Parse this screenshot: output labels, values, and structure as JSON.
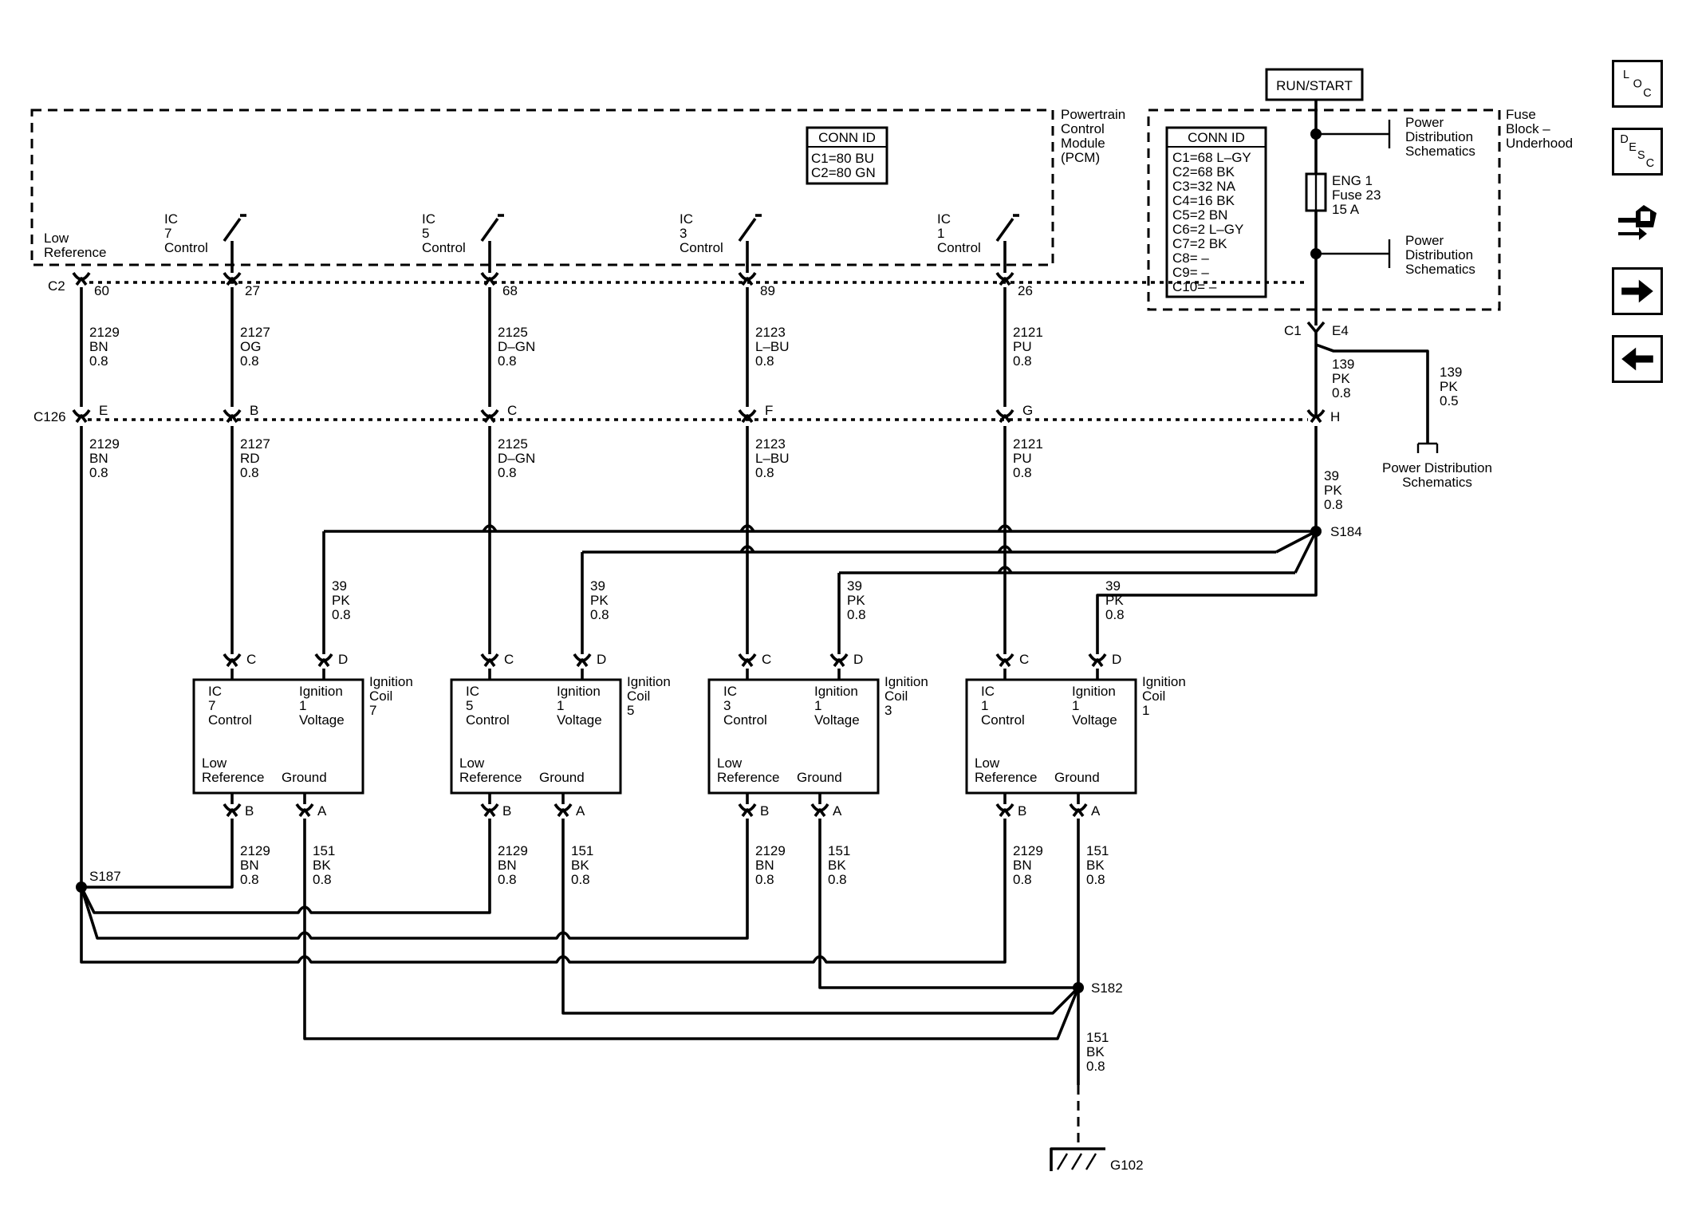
{
  "pcm": {
    "title": [
      "Powertrain",
      "Control",
      "Module",
      "(PCM)"
    ],
    "conn_id_title": "CONN ID",
    "conn_id_rows": [
      "C1=80 BU",
      "C2=80 GN"
    ],
    "connector": "C2"
  },
  "fuse_block": {
    "title": [
      "Fuse",
      "Block –",
      "Underhood"
    ],
    "conn_id_title": "CONN ID",
    "conn_id_rows": [
      "C1=68 L–GY",
      "C2=68 BK",
      "C3=32 NA",
      "C4=16 BK",
      "C5=2 BN",
      "C6=2 L–GY",
      "C7=2 BK",
      "C8= –",
      "C9= –",
      "C10= –"
    ],
    "fuse_label": [
      "ENG 1",
      "Fuse 23",
      "15 A"
    ],
    "power_dist_label": [
      "Power",
      "Distribution",
      "Schematics"
    ],
    "c1": "C1",
    "e4": "E4"
  },
  "run_start": "RUN/START",
  "pcm_outputs": [
    {
      "label": [
        "Low",
        "Reference"
      ],
      "pin": "60",
      "upper_wire": [
        "2129",
        "BN",
        "0.8"
      ],
      "c126_pin": "E",
      "lower_wire": [
        "2129",
        "BN",
        "0.8"
      ]
    },
    {
      "label": [
        "IC",
        "7",
        "Control"
      ],
      "pin": "27",
      "upper_wire": [
        "2127",
        "OG",
        "0.8"
      ],
      "c126_pin": "B",
      "lower_wire": [
        "2127",
        "RD",
        "0.8"
      ]
    },
    {
      "label": [
        "IC",
        "5",
        "Control"
      ],
      "pin": "68",
      "upper_wire": [
        "2125",
        "D–GN",
        "0.8"
      ],
      "c126_pin": "C",
      "lower_wire": [
        "2125",
        "D–GN",
        "0.8"
      ]
    },
    {
      "label": [
        "IC",
        "3",
        "Control"
      ],
      "pin": "89",
      "upper_wire": [
        "2123",
        "L–BU",
        "0.8"
      ],
      "c126_pin": "F",
      "lower_wire": [
        "2123",
        "L–BU",
        "0.8"
      ]
    },
    {
      "label": [
        "IC",
        "1",
        "Control"
      ],
      "pin": "26",
      "upper_wire": [
        "2121",
        "PU",
        "0.8"
      ],
      "c126_pin": "G",
      "lower_wire": [
        "2121",
        "PU",
        "0.8"
      ]
    }
  ],
  "c126": {
    "name": "C126",
    "pin_h": "H"
  },
  "feed": {
    "upper": [
      "139",
      "PK",
      "0.8"
    ],
    "branch": [
      "139",
      "PK",
      "0.5"
    ],
    "branch_dest": [
      "Power Distribution",
      "Schematics"
    ],
    "lower": [
      "39",
      "PK",
      "0.8"
    ]
  },
  "splices": {
    "s184": "S184",
    "s187": "S187",
    "s182": "S182"
  },
  "coils": [
    {
      "name": [
        "Ignition",
        "Coil",
        "7"
      ],
      "ic": [
        "IC",
        "7",
        "Control"
      ]
    },
    {
      "name": [
        "Ignition",
        "Coil",
        "5"
      ],
      "ic": [
        "IC",
        "5",
        "Control"
      ]
    },
    {
      "name": [
        "Ignition",
        "Coil",
        "3"
      ],
      "ic": [
        "IC",
        "3",
        "Control"
      ]
    },
    {
      "name": [
        "Ignition",
        "Coil",
        "1"
      ],
      "ic": [
        "IC",
        "1",
        "Control"
      ]
    }
  ],
  "coil_common": {
    "voltage": [
      "Ignition",
      "1",
      "Voltage"
    ],
    "low_ref": [
      "Low",
      "Reference"
    ],
    "ground": "Ground",
    "pin_c": "C",
    "pin_d": "D",
    "pin_b": "B",
    "pin_a": "A",
    "feed_wire": [
      "39",
      "PK",
      "0.8"
    ],
    "lowref_wire": [
      "2129",
      "BN",
      "0.8"
    ],
    "ground_wire": [
      "151",
      "BK",
      "0.8"
    ]
  },
  "ground": {
    "wire": [
      "151",
      "BK",
      "0.8"
    ],
    "name": "G102"
  },
  "nav": {
    "loc": [
      "L",
      "O",
      "C"
    ],
    "desc": [
      "D",
      "E",
      "S",
      "C"
    ]
  }
}
